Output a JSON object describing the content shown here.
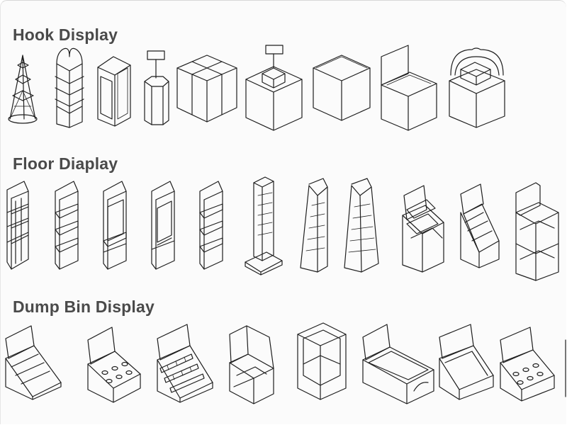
{
  "sections": [
    {
      "title": "Hook Display"
    },
    {
      "title": "Floor Diaplay"
    },
    {
      "title": "Dump Bin Display"
    }
  ],
  "accent_colors": {
    "text": "#4a4a4a",
    "line": "#1e1e1e",
    "background": "#fbfbfb"
  }
}
